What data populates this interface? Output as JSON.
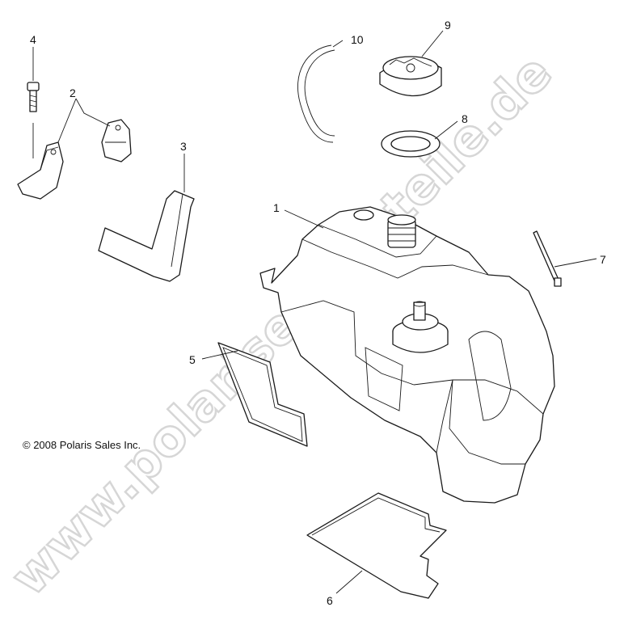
{
  "diagram": {
    "watermark": "www.polarisersatzteile.de",
    "copyright": "© 2008 Polaris Sales Inc.",
    "callouts": [
      "1",
      "2",
      "3",
      "4",
      "5",
      "6",
      "7",
      "8",
      "9",
      "10"
    ]
  }
}
